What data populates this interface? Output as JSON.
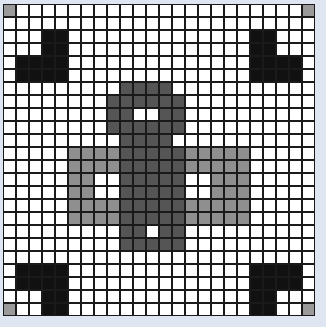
{
  "puzzle": {
    "type": "pixel-grid",
    "cols": 24,
    "rows": 24,
    "palette": {
      "0": "#ffffff",
      "1": "#111111",
      "2": "#555555",
      "3": "#8f8f8f",
      "4": "#9a9a9a"
    },
    "cells": [
      "400000000000000000000004",
      "000000000000000000000000",
      "000110000000000000011000",
      "000110000000000000011000",
      "011110000000000000011110",
      "011110000000000000011110",
      "000000000222200000000000",
      "000000002222220000000000",
      "000000002200220000000000",
      "000000002222220000000000",
      "000000000222200000000000",
      "000003333222223333300000",
      "000003333222223333300000",
      "000003300222220033300000",
      "000003300222220033300000",
      "000003333222223333300000",
      "000003333222223333300000",
      "000000000220220000000000",
      "000000000222220000000000",
      "000000000000000000000000",
      "011110000000000000011110",
      "011110000000000000011110",
      "000110000000000000011000",
      "400110000000000000011004"
    ]
  }
}
